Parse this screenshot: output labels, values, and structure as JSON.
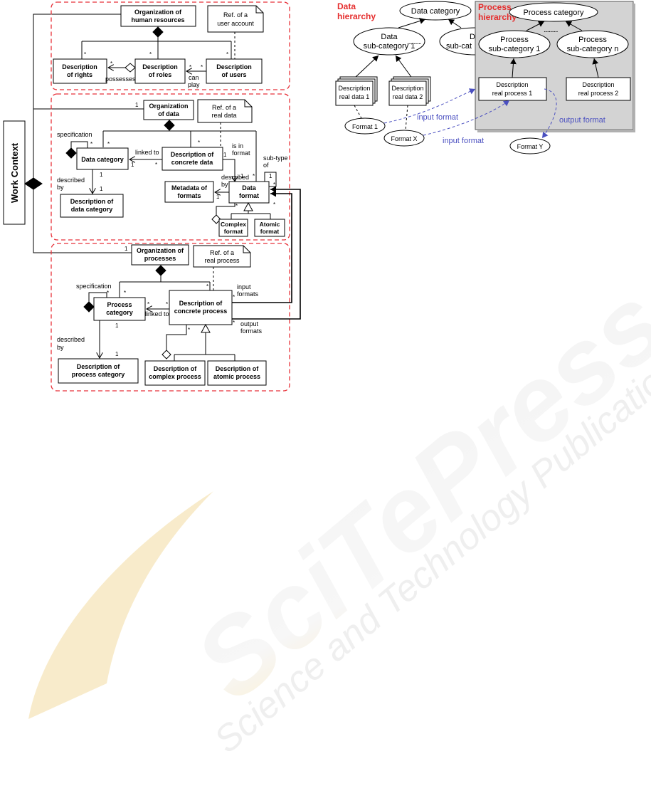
{
  "left_diagram": {
    "work_context": "Work Context",
    "hr": {
      "org_l1": "Organization of",
      "org_l2": "human resources",
      "note_l1": "Ref. of a",
      "note_l2": "user account",
      "rights_l1": "Description",
      "rights_l2": "of rights",
      "roles_l1": "Description",
      "roles_l2": "of roles",
      "users_l1": "Description",
      "users_l2": "of users",
      "possesses": "possesses",
      "can_play_l1": "can",
      "can_play_l2": "play"
    },
    "data": {
      "org_l1": "Organization",
      "org_l2": "of data",
      "note_l1": "Ref. of a",
      "note_l2": "real data",
      "specification": "specification",
      "data_category": "Data category",
      "linked_to": "linked to",
      "concrete_l1": "Description of",
      "concrete_l2": "concrete data",
      "is_in_format_l1": "is in",
      "is_in_format_l2": "format",
      "sub_type_l1": "sub-type",
      "sub_type_l2": "of",
      "described_by_l1": "described",
      "described_by_l2": "by",
      "desc_cat_l1": "Description of",
      "desc_cat_l2": "data category",
      "metadata_l1": "Metadata of",
      "metadata_l2": "formats",
      "data_format_l1": "Data",
      "data_format_l2": "format",
      "complex_l1": "Complex",
      "complex_l2": "format",
      "atomic_l1": "Atomic",
      "atomic_l2": "format"
    },
    "proc": {
      "org_l1": "Organization of",
      "org_l2": "processes",
      "note_l1": "Ref. of a",
      "note_l2": "real process",
      "specification": "specification",
      "proc_cat_l1": "Process",
      "proc_cat_l2": "category",
      "linked_to": "linked to",
      "concrete_l1": "Description of",
      "concrete_l2": "concrete process",
      "input_l1": "input",
      "input_l2": "formats",
      "output_l1": "output",
      "output_l2": "formats",
      "described_by_l1": "described",
      "described_by_l2": "by",
      "desc_cat_l1": "Description of",
      "desc_cat_l2": "process category",
      "complex_l1": "Description of",
      "complex_l2": "complex process",
      "atomic_l1": "Description of",
      "atomic_l2": "atomic process"
    },
    "mult": {
      "one": "1",
      "many": "*"
    }
  },
  "right_diagram": {
    "data_hierarchy_l1": "Data",
    "data_hierarchy_l2": "hierarchy",
    "process_hierarchy_l1": "Process",
    "process_hierarchy_l2": "hierarchy",
    "data_category": "Data category",
    "data_sub1_l1": "Data",
    "data_sub1_l2": "sub-category 1",
    "data_subn_l1": "Da",
    "data_subn_l2": "sub-cat",
    "dots": "...........",
    "real_data1_l1": "Description",
    "real_data1_l2": "real data 1",
    "real_data2_l1": "Description",
    "real_data2_l2": "real data 2",
    "process_category": "Process category",
    "proc_sub1_l1": "Process",
    "proc_sub1_l2": "sub-category 1",
    "proc_subn_l1": "Process",
    "proc_subn_l2": "sub-category n",
    "real_proc1_l1": "Description",
    "real_proc1_l2": "real process 1",
    "real_proc2_l1": "Description",
    "real_proc2_l2": "real process 2",
    "format1": "Format 1",
    "formatx": "Format X",
    "formaty": "Format Y",
    "input_format": "input format",
    "output_format": "output format"
  },
  "watermark": {
    "brand": "SciTePress",
    "tagline": "Science and Technology Publications"
  },
  "colors": {
    "dash_red": "#e8323a",
    "label_red": "#e52d2d",
    "blue": "#4a4fc0",
    "gray_panel": "#d3d3d3",
    "wm_gray": "#e0e0e0",
    "wm_yellow": "#f6e3b0"
  }
}
